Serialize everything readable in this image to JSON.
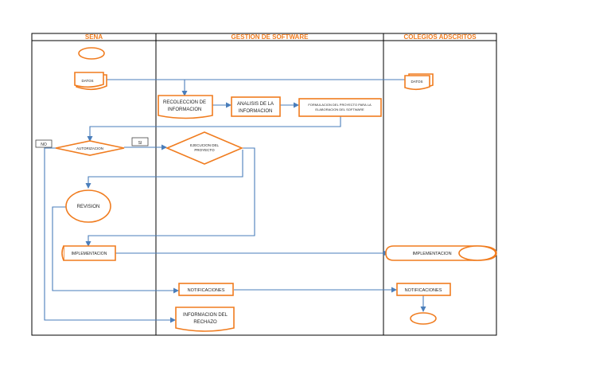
{
  "lanes": {
    "sena": "SENA",
    "gestion": "GESTION DE SOFTWARE",
    "colegios": "COLEGIOS ADSCRITOS"
  },
  "nodes": {
    "datos_sena": "DATOS",
    "datos_colegios": "DATOS",
    "recoleccion": [
      "RECOLECCION DE",
      "INFORMACION"
    ],
    "analisis": [
      "ANALISIS DE LA",
      "INFORMACION"
    ],
    "formulacion": [
      "FORMULACION DEL PROYECTO PARA LA",
      "ELABORACION DEL SOFTWARE"
    ],
    "autorizacion": "AUTORIZACION",
    "ejecucion": [
      "EJECUCION DEL",
      "PROYECTO"
    ],
    "revision": "REVISION",
    "implementacion_sena": "IMPLEMENTACION",
    "implementacion_colegios": "IMPLEMENTACION",
    "notificaciones_gestion": "NOTIFICACIONES",
    "notificaciones_colegios": "NOTIFICACIONES",
    "informacion_rechazo": [
      "INFORMACION DEL",
      "RECHAZO"
    ]
  },
  "branch_labels": {
    "no": "NO",
    "si": "SI"
  },
  "colors": {
    "shape_stroke": "#f07c1f",
    "lane_title": "#f07c1f",
    "flow_line": "#4a7ebb",
    "frame": "#000000"
  }
}
